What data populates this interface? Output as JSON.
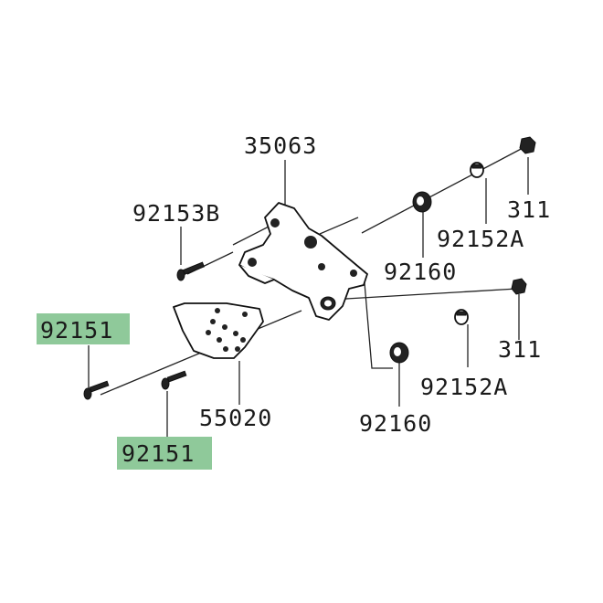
{
  "labels": {
    "p35063": "35063",
    "p92153B": "92153B",
    "p311_top": "311",
    "p92152A_top": "92152A",
    "p92160_top": "92160",
    "p92151_left": "92151",
    "p92151_bottom": "92151",
    "p55020": "55020",
    "p311_bottom": "311",
    "p92152A_bottom": "92152A",
    "p92160_bottom": "92160"
  },
  "colors": {
    "highlight": "#8fc99a",
    "line": "#222222",
    "background": "#ffffff"
  },
  "icons": [
    "bracket-35063-icon",
    "guard-plate-55020-icon",
    "bolt-icon",
    "nut-icon",
    "collar-icon",
    "grommet-icon"
  ]
}
